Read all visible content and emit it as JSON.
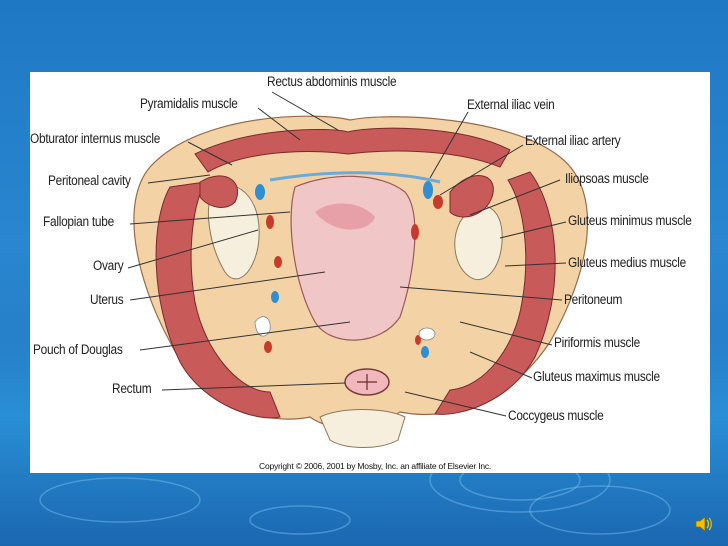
{
  "labels": {
    "rectus_abdominis": "Rectus abdominis muscle",
    "pyramidalis": "Pyramidalis muscle",
    "obturator_internus": "Obturator internus muscle",
    "peritoneal_cavity": "Peritoneal cavity",
    "fallopian_tube": "Fallopian tube",
    "ovary": "Ovary",
    "uterus": "Uterus",
    "pouch_of_douglas": "Pouch of Douglas",
    "rectum": "Rectum",
    "external_iliac_vein": "External iliac vein",
    "external_iliac_artery": "External iliac artery",
    "iliopsoas": "Iliopsoas muscle",
    "gluteus_minimus": "Gluteus minimus muscle",
    "gluteus_medius": "Gluteus medius muscle",
    "peritoneum": "Peritoneum",
    "piriformis": "Piriformis muscle",
    "gluteus_maximus": "Gluteus maximus muscle",
    "coccygeus": "Coccygeus muscle"
  },
  "copyright": "Copyright © 2006, 2001 by Mosby, Inc. an affiliate of Elsevier Inc.",
  "colors": {
    "background": "#1f78c4",
    "muscle": "#c95a5a",
    "fat": "#f3d3a6",
    "bone": "#f6efdd",
    "uterus": "#f0c6c6",
    "vein": "#2f8fd0",
    "artery": "#c83a2a"
  },
  "icons": [
    "speaker-icon"
  ]
}
